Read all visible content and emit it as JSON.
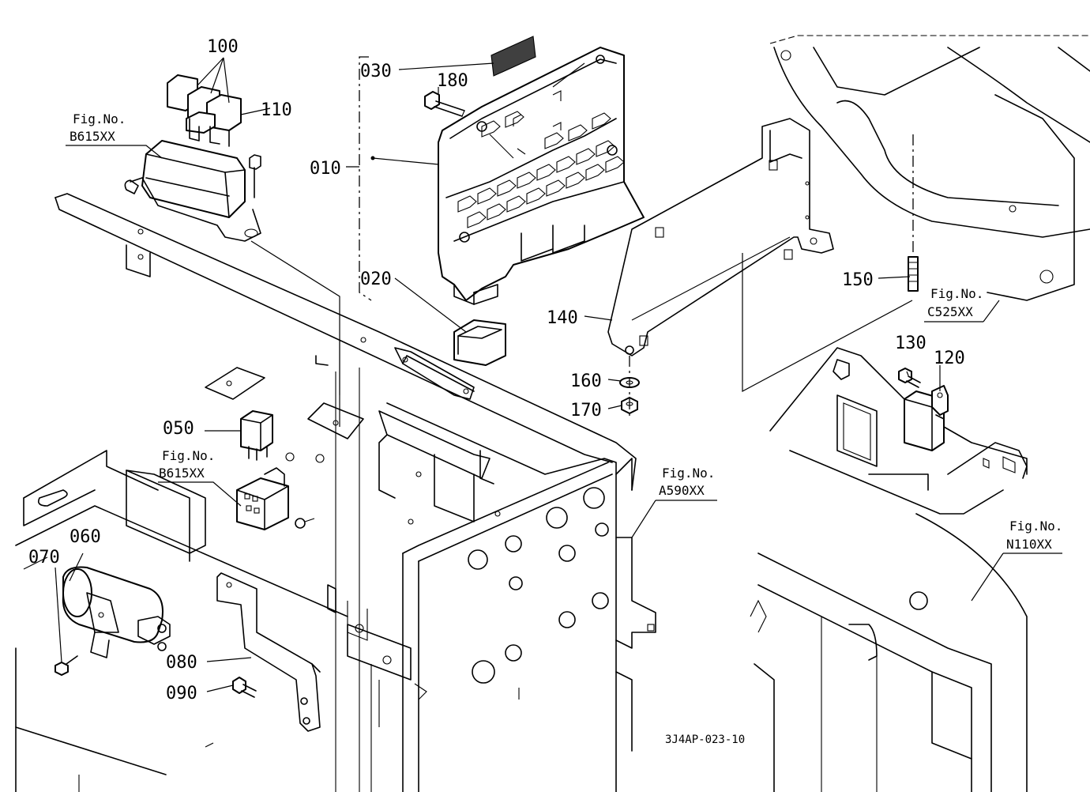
{
  "diagram": {
    "drawing_code": "3J4AP-023-10",
    "part_labels": {
      "p010": "010",
      "p020": "020",
      "p030": "030",
      "p050": "050",
      "p060": "060",
      "p070": "070",
      "p080": "080",
      "p090": "090",
      "p100": "100",
      "p110": "110",
      "p120": "120",
      "p130": "130",
      "p140": "140",
      "p150": "150",
      "p160": "160",
      "p170": "170",
      "p180": "180"
    },
    "figure_refs": {
      "b615_top": {
        "line1": "Fig.No.",
        "line2": "B615XX"
      },
      "b615_mid": {
        "line1": "Fig.No.",
        "line2": "B615XX"
      },
      "a590": {
        "line1": "Fig.No.",
        "line2": "A590XX"
      },
      "c525": {
        "line1": "Fig.No.",
        "line2": "C525XX"
      },
      "n110": {
        "line1": "Fig.No.",
        "line2": "N110XX"
      }
    }
  }
}
